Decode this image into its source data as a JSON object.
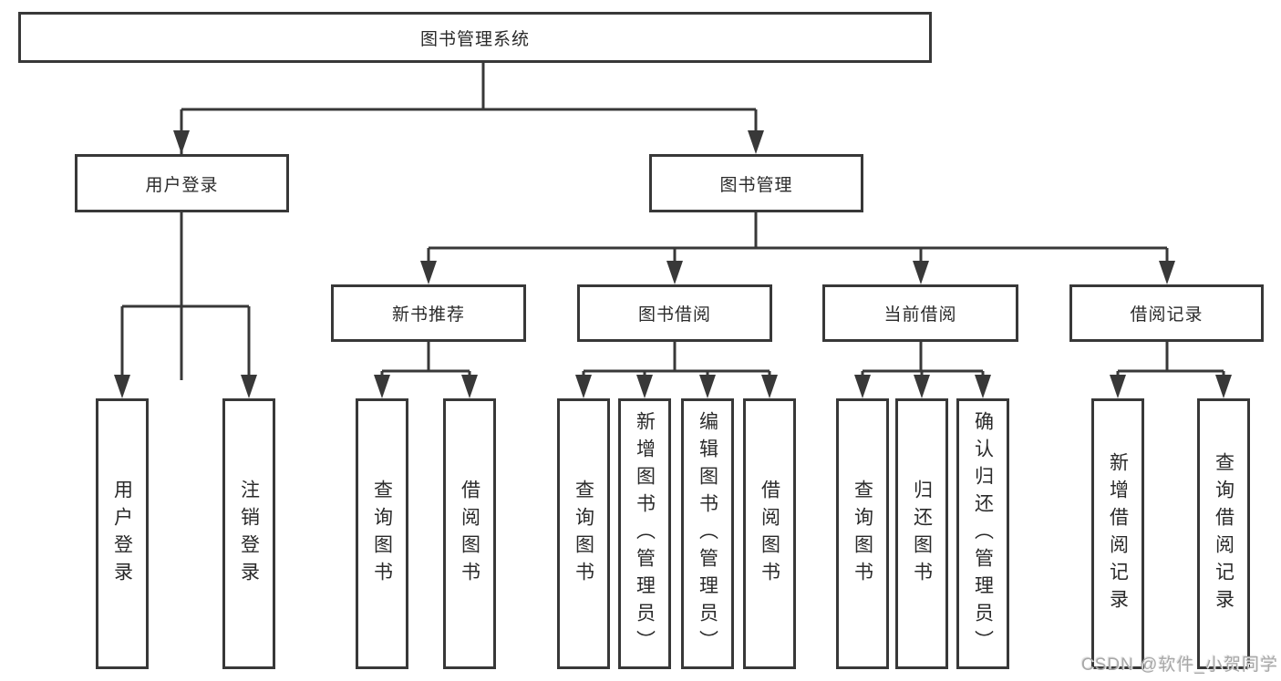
{
  "page": {
    "background": "#ffffff"
  },
  "colors": {
    "line": "#383838",
    "box_border": "#383838",
    "text": "#2a2a2a",
    "watermark": "#a8a8a8"
  },
  "chart_type": "hierarchy-diagram",
  "tree": {
    "root": {
      "label": "图书管理系统",
      "children": [
        {
          "label": "用户登录",
          "children": [
            {
              "label": "用户登录"
            },
            {
              "label": "注销登录"
            }
          ]
        },
        {
          "label": "图书管理",
          "children": [
            {
              "label": "新书推荐",
              "children": [
                {
                  "label": "查询图书"
                },
                {
                  "label": "借阅图书"
                }
              ]
            },
            {
              "label": "图书借阅",
              "children": [
                {
                  "label": "查询图书"
                },
                {
                  "label": "新增图书（管理员）"
                },
                {
                  "label": "编辑图书（管理员）"
                },
                {
                  "label": "借阅图书"
                }
              ]
            },
            {
              "label": "当前借阅",
              "children": [
                {
                  "label": "查询图书"
                },
                {
                  "label": "归还图书"
                },
                {
                  "label": "确认归还（管理员）"
                }
              ]
            },
            {
              "label": "借阅记录",
              "children": [
                {
                  "label": "新增借阅记录"
                },
                {
                  "label": "查询借阅记录"
                }
              ]
            }
          ]
        }
      ]
    }
  },
  "watermark": {
    "text": "CSDN @软件_小贺同学"
  }
}
